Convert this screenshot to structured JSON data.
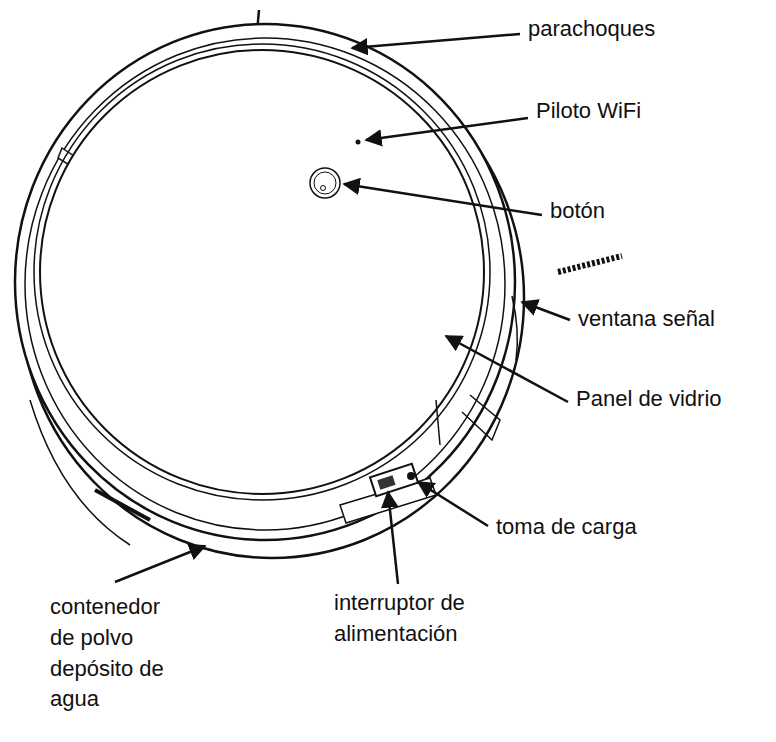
{
  "diagram": {
    "labels": [
      "parachoques",
      "Piloto WiFi",
      "botón",
      "ventana señal",
      "Panel de vidrio",
      "toma de carga",
      "interruptor de alimentación",
      "contenedor de polvo depósito de agua"
    ]
  }
}
